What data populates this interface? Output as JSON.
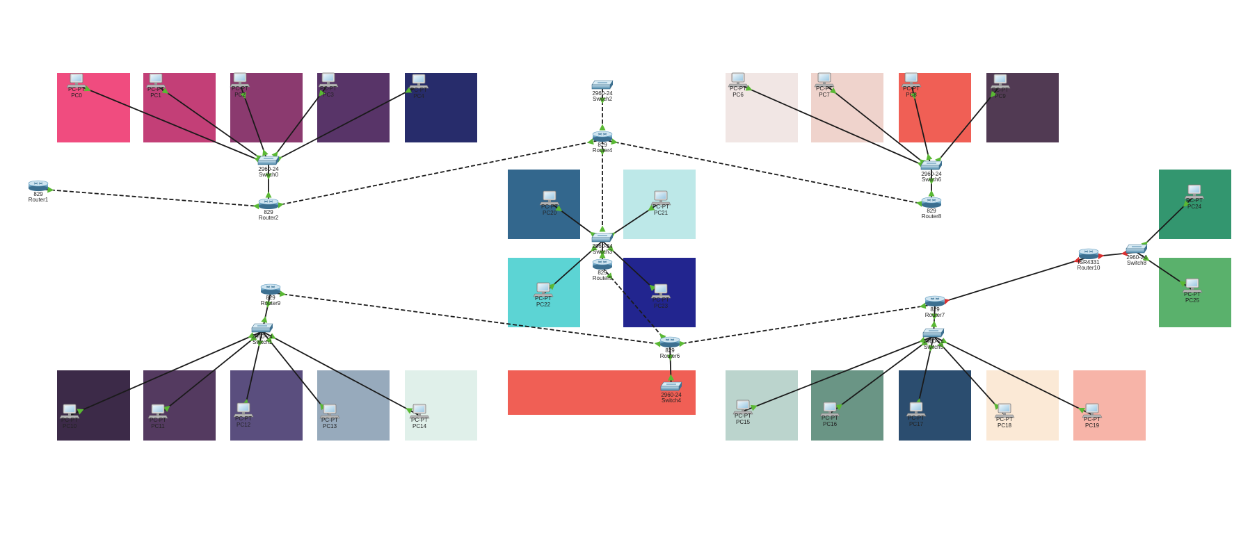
{
  "colors": {
    "link": "#1a1a1a",
    "port_up": "#5ab834",
    "port_down": "#d93030",
    "device_body": "#5e9bbf"
  },
  "zones": [
    {
      "id": "z0",
      "color": "#f04c7f"
    },
    {
      "id": "z1",
      "color": "#c33f77"
    },
    {
      "id": "z2",
      "color": "#8b3a6f"
    },
    {
      "id": "z3",
      "color": "#583468"
    },
    {
      "id": "z4",
      "color": "#272c6b"
    },
    {
      "id": "z6",
      "color": "#f1e6e4"
    },
    {
      "id": "z7",
      "color": "#efd3cc"
    },
    {
      "id": "z8",
      "color": "#f05f55"
    },
    {
      "id": "z9",
      "color": "#513a53"
    },
    {
      "id": "z20",
      "color": "#33678d"
    },
    {
      "id": "z21",
      "color": "#bde8e8"
    },
    {
      "id": "z22",
      "color": "#5cd4d4"
    },
    {
      "id": "z23",
      "color": "#22258f"
    },
    {
      "id": "z24",
      "color": "#33966f"
    },
    {
      "id": "z25",
      "color": "#5ab16c"
    },
    {
      "id": "z10",
      "color": "#3c2a48"
    },
    {
      "id": "z11",
      "color": "#543a60"
    },
    {
      "id": "z12",
      "color": "#5a4e7e"
    },
    {
      "id": "z13",
      "color": "#97aabc"
    },
    {
      "id": "z14",
      "color": "#e0f0ea"
    },
    {
      "id": "zsw4",
      "color": "#f05f55"
    },
    {
      "id": "z15",
      "color": "#bbd4cd"
    },
    {
      "id": "z16",
      "color": "#6a9585"
    },
    {
      "id": "z17",
      "color": "#2b4d6f"
    },
    {
      "id": "z18",
      "color": "#fbe9d6"
    },
    {
      "id": "z19",
      "color": "#f7b4a8"
    }
  ],
  "devices": [
    {
      "id": "PC0",
      "kind": "pc",
      "model": "PC-PT",
      "name": "PC0"
    },
    {
      "id": "PC1",
      "kind": "pc",
      "model": "PC-PT",
      "name": "PC1"
    },
    {
      "id": "PC2",
      "kind": "pc",
      "model": "PC-PT",
      "name": "PC2"
    },
    {
      "id": "PC3",
      "kind": "pc",
      "model": "PC-PT",
      "name": "PC3"
    },
    {
      "id": "PC4",
      "kind": "pc",
      "model": "PC-PT",
      "name": "PC4"
    },
    {
      "id": "Switch0",
      "kind": "switch",
      "model": "2960-24",
      "name": "Switch0"
    },
    {
      "id": "Router1",
      "kind": "router",
      "model": "829",
      "name": "Router1"
    },
    {
      "id": "Router2",
      "kind": "router",
      "model": "829",
      "name": "Router2"
    },
    {
      "id": "Switch2",
      "kind": "switch",
      "model": "2960-24",
      "name": "Switch2"
    },
    {
      "id": "Router4",
      "kind": "router",
      "model": "829",
      "name": "Router4"
    },
    {
      "id": "PC20",
      "kind": "pc",
      "model": "PC-PT",
      "name": "PC20"
    },
    {
      "id": "PC21",
      "kind": "pc",
      "model": "PC-PT",
      "name": "PC21"
    },
    {
      "id": "Switch3",
      "kind": "switch",
      "model": "2960-24",
      "name": "Switch3"
    },
    {
      "id": "Router5",
      "kind": "router",
      "model": "829",
      "name": "Router5"
    },
    {
      "id": "PC22",
      "kind": "pc",
      "model": "PC-PT",
      "name": "PC22"
    },
    {
      "id": "PC23",
      "kind": "pc",
      "model": "PC-PT",
      "name": "PC23"
    },
    {
      "id": "PC6",
      "kind": "pc",
      "model": "PC-PT",
      "name": "PC6"
    },
    {
      "id": "PC7",
      "kind": "pc",
      "model": "PC-PT",
      "name": "PC7"
    },
    {
      "id": "PC8",
      "kind": "pc",
      "model": "PC-PT",
      "name": "PC8"
    },
    {
      "id": "PC9",
      "kind": "pc",
      "model": "PC-PT",
      "name": "PC9"
    },
    {
      "id": "Switch6",
      "kind": "switch",
      "model": "2960-24",
      "name": "Switch6"
    },
    {
      "id": "Router8",
      "kind": "router",
      "model": "829",
      "name": "Router8"
    },
    {
      "id": "PC24",
      "kind": "pc",
      "model": "PC-PT",
      "name": "PC24"
    },
    {
      "id": "PC25",
      "kind": "pc",
      "model": "PC-PT",
      "name": "PC25"
    },
    {
      "id": "Router10",
      "kind": "router",
      "model": "ISR4331",
      "name": "Router10"
    },
    {
      "id": "Switch8",
      "kind": "switch",
      "model": "2960-24",
      "name": "Switch8"
    },
    {
      "id": "Router9",
      "kind": "router",
      "model": "829",
      "name": "Router9"
    },
    {
      "id": "Switch1",
      "kind": "switch",
      "model": "2960-24",
      "name": "Switch1"
    },
    {
      "id": "PC10",
      "kind": "pc",
      "model": "PC-PT",
      "name": "PC10"
    },
    {
      "id": "PC11",
      "kind": "pc",
      "model": "PC-PT",
      "name": "PC11"
    },
    {
      "id": "PC12",
      "kind": "pc",
      "model": "PC-PT",
      "name": "PC12"
    },
    {
      "id": "PC13",
      "kind": "pc",
      "model": "PC-PT",
      "name": "PC13"
    },
    {
      "id": "PC14",
      "kind": "pc",
      "model": "PC-PT",
      "name": "PC14"
    },
    {
      "id": "Router6",
      "kind": "router",
      "model": "829",
      "name": "Router6"
    },
    {
      "id": "Switch4",
      "kind": "switch",
      "model": "2960-24",
      "name": "Switch4"
    },
    {
      "id": "Router7",
      "kind": "router",
      "model": "829",
      "name": "Router7"
    },
    {
      "id": "Switch5",
      "kind": "switch",
      "model": "2960-24",
      "name": "Switch5"
    },
    {
      "id": "PC15",
      "kind": "pc",
      "model": "PC-PT",
      "name": "PC15"
    },
    {
      "id": "PC16",
      "kind": "pc",
      "model": "PC-PT",
      "name": "PC16"
    },
    {
      "id": "PC17",
      "kind": "pc",
      "model": "PC-PT",
      "name": "PC17"
    },
    {
      "id": "PC18",
      "kind": "pc",
      "model": "PC-PT",
      "name": "PC18"
    },
    {
      "id": "PC19",
      "kind": "pc",
      "model": "PC-PT",
      "name": "PC19"
    }
  ],
  "links": [
    {
      "a": "PC0",
      "b": "Switch0",
      "type": "straight",
      "status_a": "up",
      "status_b": "up"
    },
    {
      "a": "PC1",
      "b": "Switch0",
      "type": "straight",
      "status_a": "up",
      "status_b": "up"
    },
    {
      "a": "PC2",
      "b": "Switch0",
      "type": "straight",
      "status_a": "up",
      "status_b": "up"
    },
    {
      "a": "PC3",
      "b": "Switch0",
      "type": "straight",
      "status_a": "up",
      "status_b": "up"
    },
    {
      "a": "PC4",
      "b": "Switch0",
      "type": "straight",
      "status_a": "up",
      "status_b": "up"
    },
    {
      "a": "Switch0",
      "b": "Router2",
      "type": "straight",
      "status_a": "up",
      "status_b": "up"
    },
    {
      "a": "Router1",
      "b": "Router2",
      "type": "serial",
      "status_a": "up",
      "status_b": "up"
    },
    {
      "a": "Router2",
      "b": "Router4",
      "type": "serial",
      "status_a": "up",
      "status_b": "up"
    },
    {
      "a": "Switch2",
      "b": "Router4",
      "type": "serial",
      "status_a": "up",
      "status_b": "up"
    },
    {
      "a": "Router4",
      "b": "Switch3",
      "type": "serial",
      "status_a": "up",
      "status_b": "up"
    },
    {
      "a": "Router4",
      "b": "Router8",
      "type": "serial",
      "status_a": "up",
      "status_b": "up"
    },
    {
      "a": "PC20",
      "b": "Switch3",
      "type": "straight",
      "status_a": "up",
      "status_b": "up"
    },
    {
      "a": "PC21",
      "b": "Switch3",
      "type": "straight",
      "status_a": "up",
      "status_b": "up"
    },
    {
      "a": "PC22",
      "b": "Switch3",
      "type": "straight",
      "status_a": "up",
      "status_b": "up"
    },
    {
      "a": "PC23",
      "b": "Switch3",
      "type": "straight",
      "status_a": "up",
      "status_b": "up"
    },
    {
      "a": "Switch3",
      "b": "Router5",
      "type": "straight",
      "status_a": "up",
      "status_b": "up"
    },
    {
      "a": "Router5",
      "b": "Router6",
      "type": "serial",
      "status_a": "up",
      "status_b": "up"
    },
    {
      "a": "PC6",
      "b": "Switch6",
      "type": "straight",
      "status_a": "up",
      "status_b": "up"
    },
    {
      "a": "PC7",
      "b": "Switch6",
      "type": "straight",
      "status_a": "up",
      "status_b": "up"
    },
    {
      "a": "PC8",
      "b": "Switch6",
      "type": "straight",
      "status_a": "up",
      "status_b": "up"
    },
    {
      "a": "PC9",
      "b": "Switch6",
      "type": "straight",
      "status_a": "up",
      "status_b": "up"
    },
    {
      "a": "Switch6",
      "b": "Router8",
      "type": "straight",
      "status_a": "up",
      "status_b": "up"
    },
    {
      "a": "Router7",
      "b": "Router10",
      "type": "straight",
      "status_a": "down",
      "status_b": "down"
    },
    {
      "a": "Router10",
      "b": "Switch8",
      "type": "straight",
      "status_a": "down",
      "status_b": "down"
    },
    {
      "a": "Switch8",
      "b": "PC24",
      "type": "straight",
      "status_a": "up",
      "status_b": "up"
    },
    {
      "a": "Switch8",
      "b": "PC25",
      "type": "straight",
      "status_a": "up",
      "status_b": "up"
    },
    {
      "a": "Router9",
      "b": "Switch1",
      "type": "straight",
      "status_a": "up",
      "status_b": "up"
    },
    {
      "a": "Router9",
      "b": "Router6",
      "type": "serial",
      "status_a": "up",
      "status_b": "up"
    },
    {
      "a": "Switch1",
      "b": "PC10",
      "type": "straight",
      "status_a": "up",
      "status_b": "up"
    },
    {
      "a": "Switch1",
      "b": "PC11",
      "type": "straight",
      "status_a": "up",
      "status_b": "up"
    },
    {
      "a": "Switch1",
      "b": "PC12",
      "type": "straight",
      "status_a": "up",
      "status_b": "up"
    },
    {
      "a": "Switch1",
      "b": "PC13",
      "type": "straight",
      "status_a": "up",
      "status_b": "up"
    },
    {
      "a": "Switch1",
      "b": "PC14",
      "type": "straight",
      "status_a": "up",
      "status_b": "up"
    },
    {
      "a": "Router6",
      "b": "Switch4",
      "type": "straight",
      "status_a": "up",
      "status_b": "up"
    },
    {
      "a": "Router6",
      "b": "Router7",
      "type": "serial",
      "status_a": "up",
      "status_b": "up"
    },
    {
      "a": "Router7",
      "b": "Switch5",
      "type": "straight",
      "status_a": "up",
      "status_b": "up"
    },
    {
      "a": "Switch5",
      "b": "PC15",
      "type": "straight",
      "status_a": "up",
      "status_b": "up"
    },
    {
      "a": "Switch5",
      "b": "PC16",
      "type": "straight",
      "status_a": "up",
      "status_b": "up"
    },
    {
      "a": "Switch5",
      "b": "PC17",
      "type": "straight",
      "status_a": "up",
      "status_b": "up"
    },
    {
      "a": "Switch5",
      "b": "PC18",
      "type": "straight",
      "status_a": "up",
      "status_b": "up"
    },
    {
      "a": "Switch5",
      "b": "PC19",
      "type": "straight",
      "status_a": "up",
      "status_b": "up"
    }
  ]
}
